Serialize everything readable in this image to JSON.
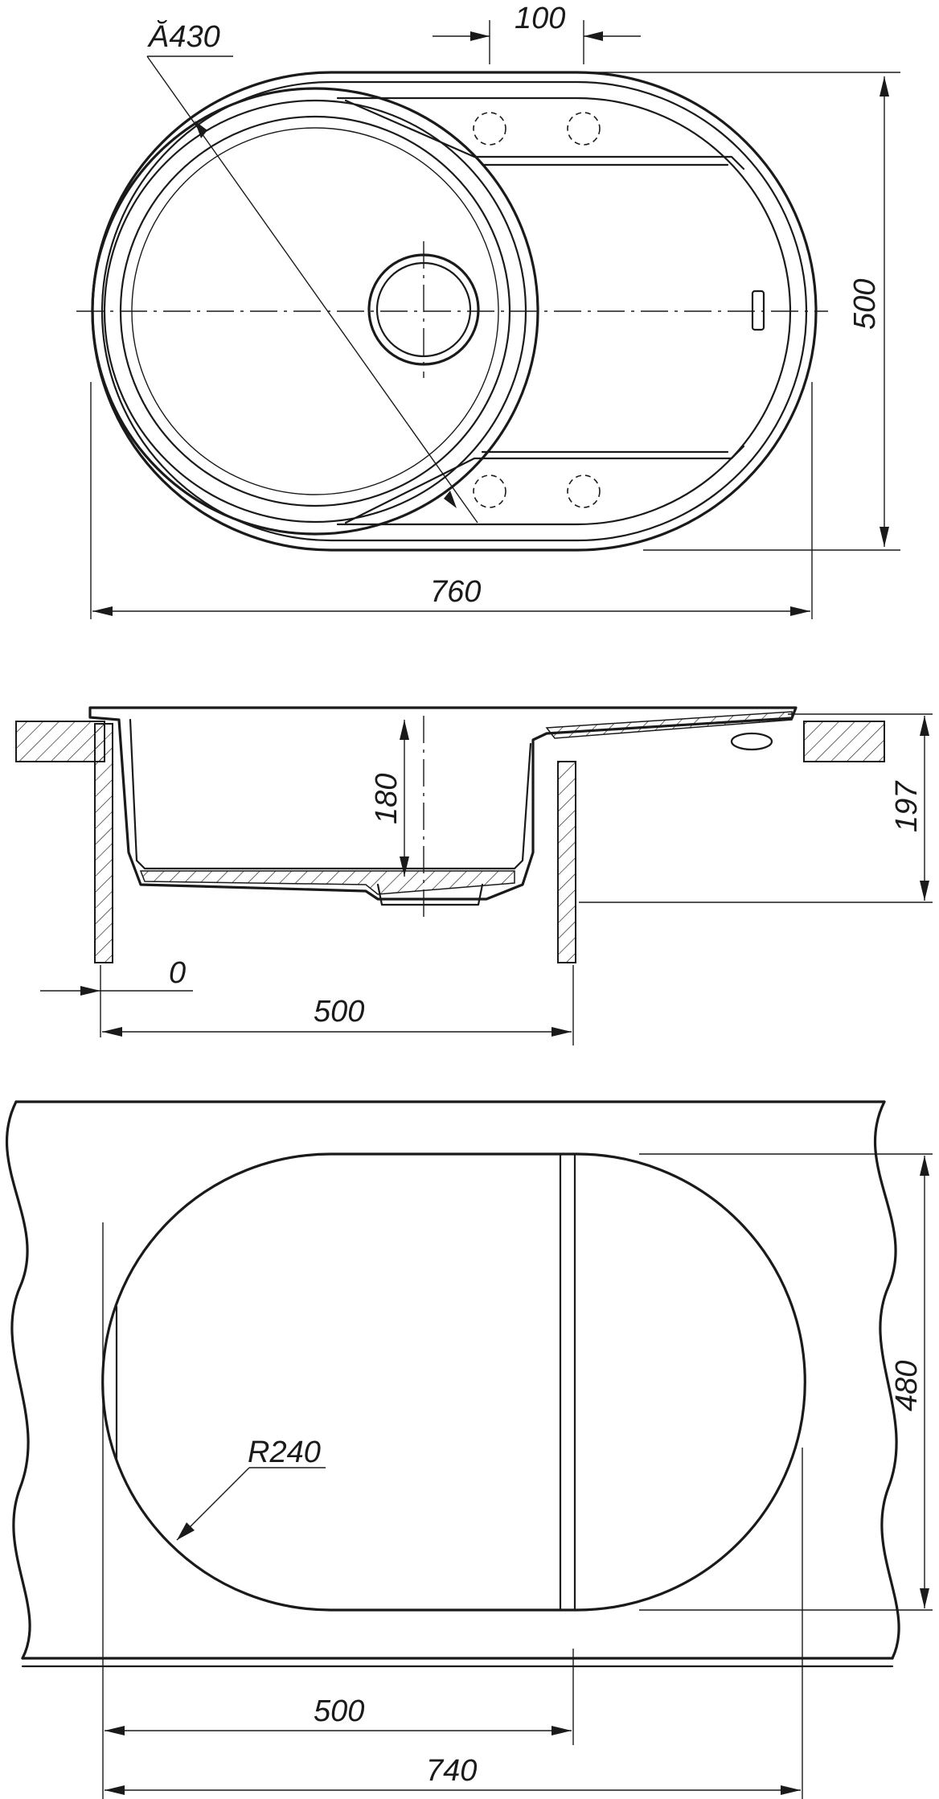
{
  "drawing": {
    "top_view": {
      "diameter_label": "Ă430",
      "drainer_width_label": "100",
      "height_label": "500",
      "width_label": "760"
    },
    "section_view": {
      "bowl_depth_label": "180",
      "total_depth_label": "197",
      "offset_label": "0",
      "bowl_width_label": "500"
    },
    "cutout_view": {
      "radius_label": "R240",
      "cutout_height_label": "480",
      "bowl_cut_width_label": "500",
      "cutout_width_label": "740"
    }
  }
}
